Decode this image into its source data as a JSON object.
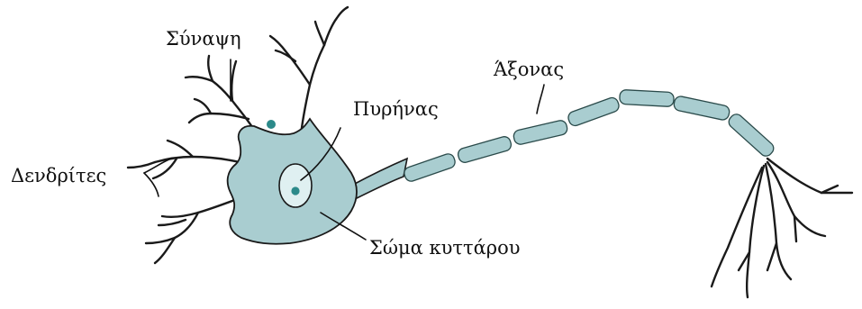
{
  "colors": {
    "cell_fill": "#a9cdd0",
    "myelin_fill": "#a9cdd0",
    "nucleus_fill": "#dff0f1",
    "nucleolus_fill": "#2c8a8a",
    "outline": "#1a1a1a"
  },
  "labels": {
    "synapse": "Σύναψη",
    "axon": "Άξονας",
    "nucleus": "Πυρήνας",
    "dendrites": "Δενδρίτες",
    "cell_body": "Σώμα κυττάρου"
  }
}
